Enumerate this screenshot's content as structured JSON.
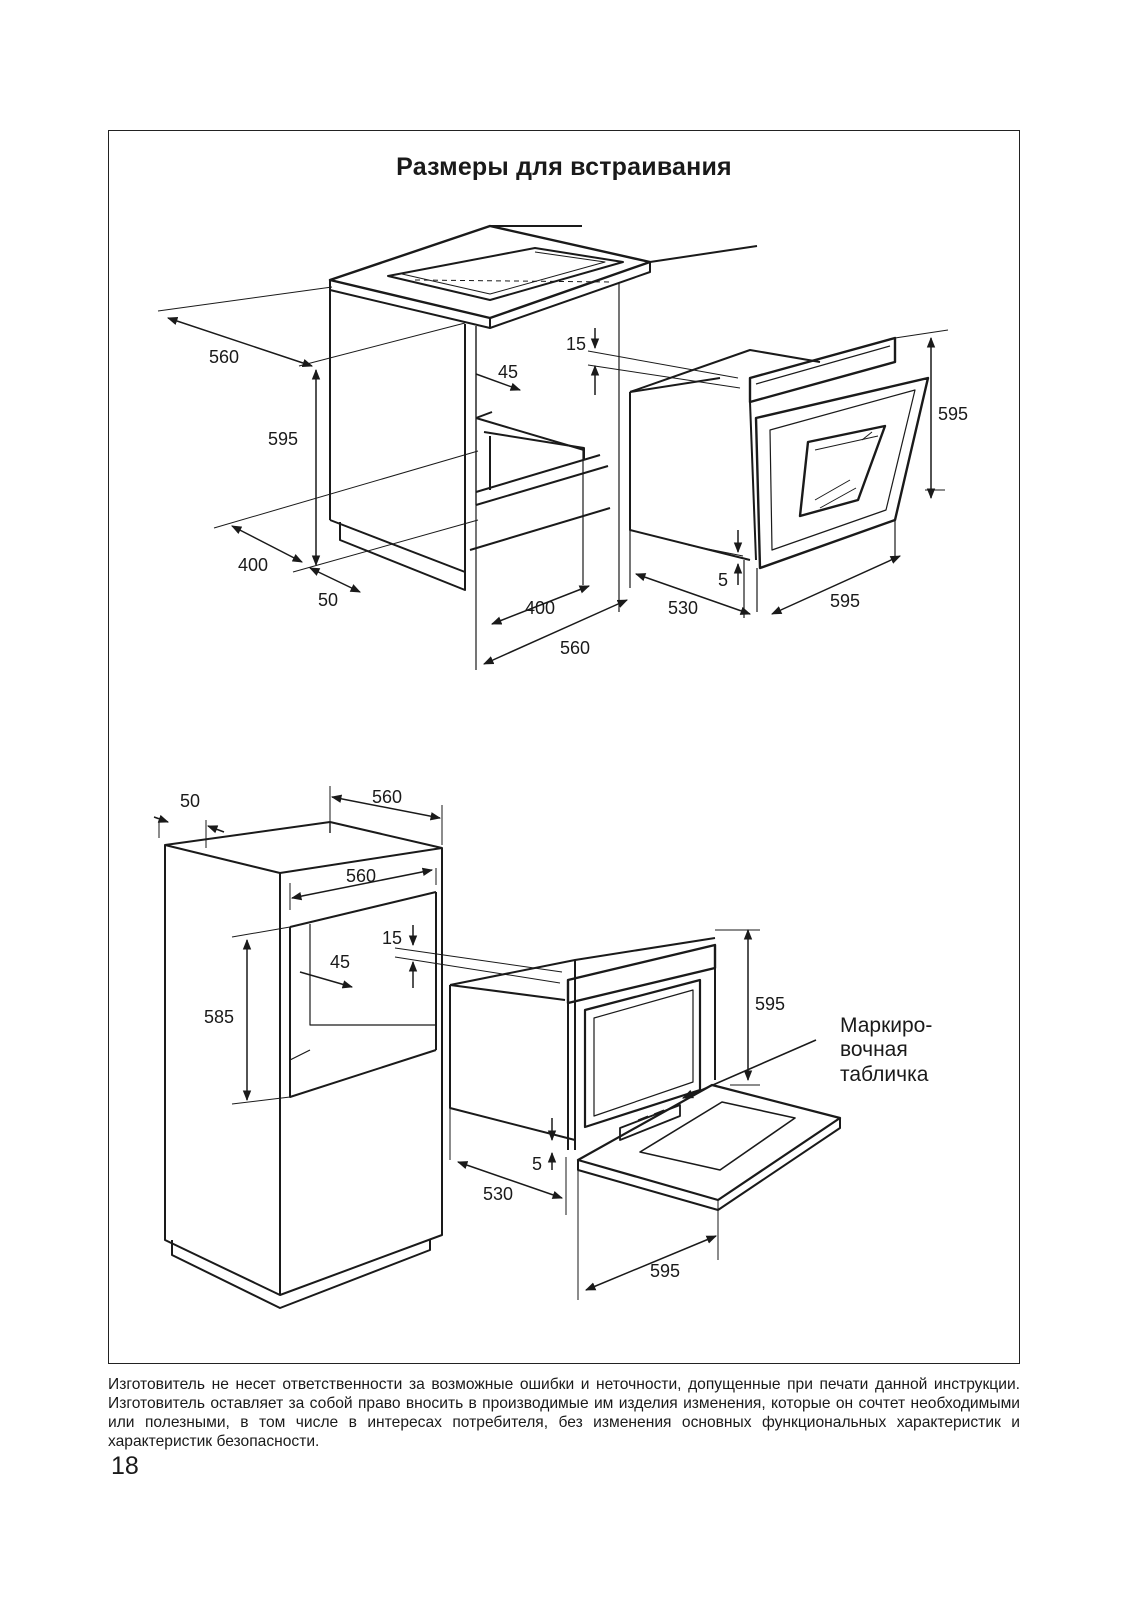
{
  "title": "Размеры для встраивания",
  "dims_top": {
    "d560_left": "560",
    "d595_left": "595",
    "d45": "45",
    "d15": "15",
    "d595_right": "595",
    "d400_left": "400",
    "d50": "50",
    "d400_bottom": "400",
    "d560_bottom": "560",
    "d530": "530",
    "d5": "5",
    "d595_bottom": "595"
  },
  "dims_bottom": {
    "d50": "50",
    "d560_top": "560",
    "d560_inner": "560",
    "d15": "15",
    "d45": "45",
    "d585": "585",
    "d595": "595",
    "d5": "5",
    "d530": "530",
    "d595_bottom": "595"
  },
  "rating_plate_label": [
    "Маркиро-",
    "вочная",
    "табличка"
  ],
  "disclaimer": "Изготовитель не несет ответственности за возможные ошибки и неточности, допущенные при печати данной инструкции. Изготовитель оставляет за собой право вносить в производимые им изделия изменения, которые он сочтет необходимыми или полезными, в том числе в интересах потребителя, без изменения основных функциональных характеристик и характеристик безопасности.",
  "page_number": "18"
}
